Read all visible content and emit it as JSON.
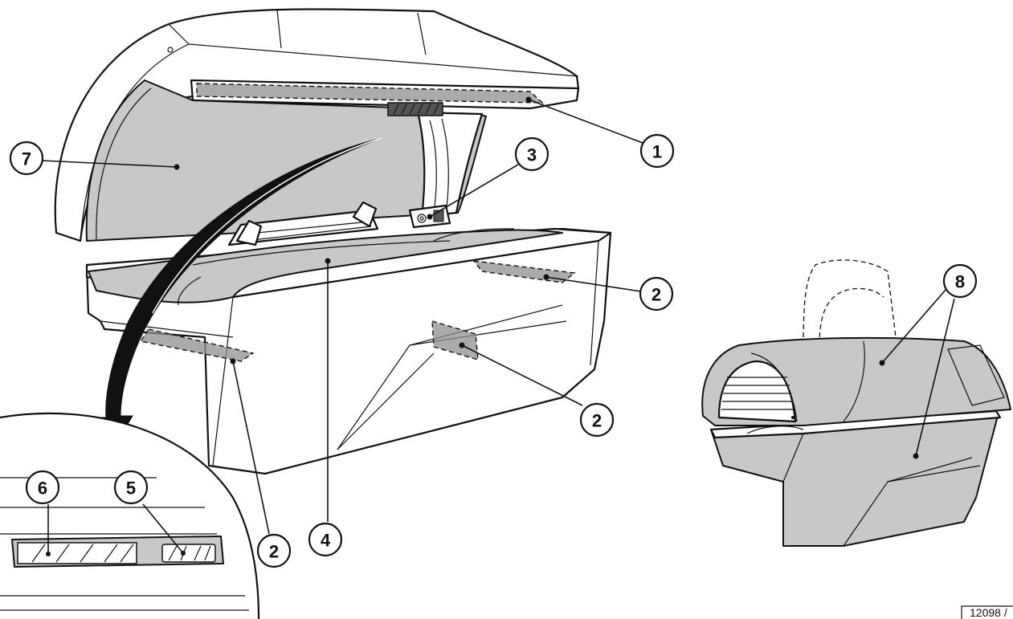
{
  "callouts": {
    "c1": "1",
    "c2a": "2",
    "c2b": "2",
    "c2c": "2",
    "c3": "3",
    "c4": "4",
    "c5": "5",
    "c6": "6",
    "c7": "7",
    "c8": "8"
  },
  "reference_number": "12098 /"
}
